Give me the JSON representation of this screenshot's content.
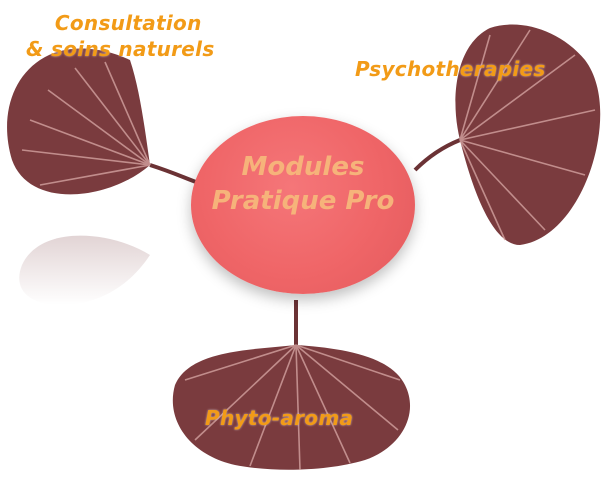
{
  "diagram": {
    "center": {
      "line1": "Modules",
      "line2": "Pratique Pro"
    },
    "branches": [
      {
        "line1": "Consultation",
        "line2": "& soins naturels"
      },
      {
        "line1": "Psychotherapies"
      },
      {
        "line1": "Phyto-aroma"
      }
    ]
  },
  "colors": {
    "leaf": "#7a3b3e",
    "leaf_vein": "#d9a9a6",
    "hub": "#ef6567",
    "branch_text": "#f29b17",
    "hub_text": "#f6b37a"
  }
}
